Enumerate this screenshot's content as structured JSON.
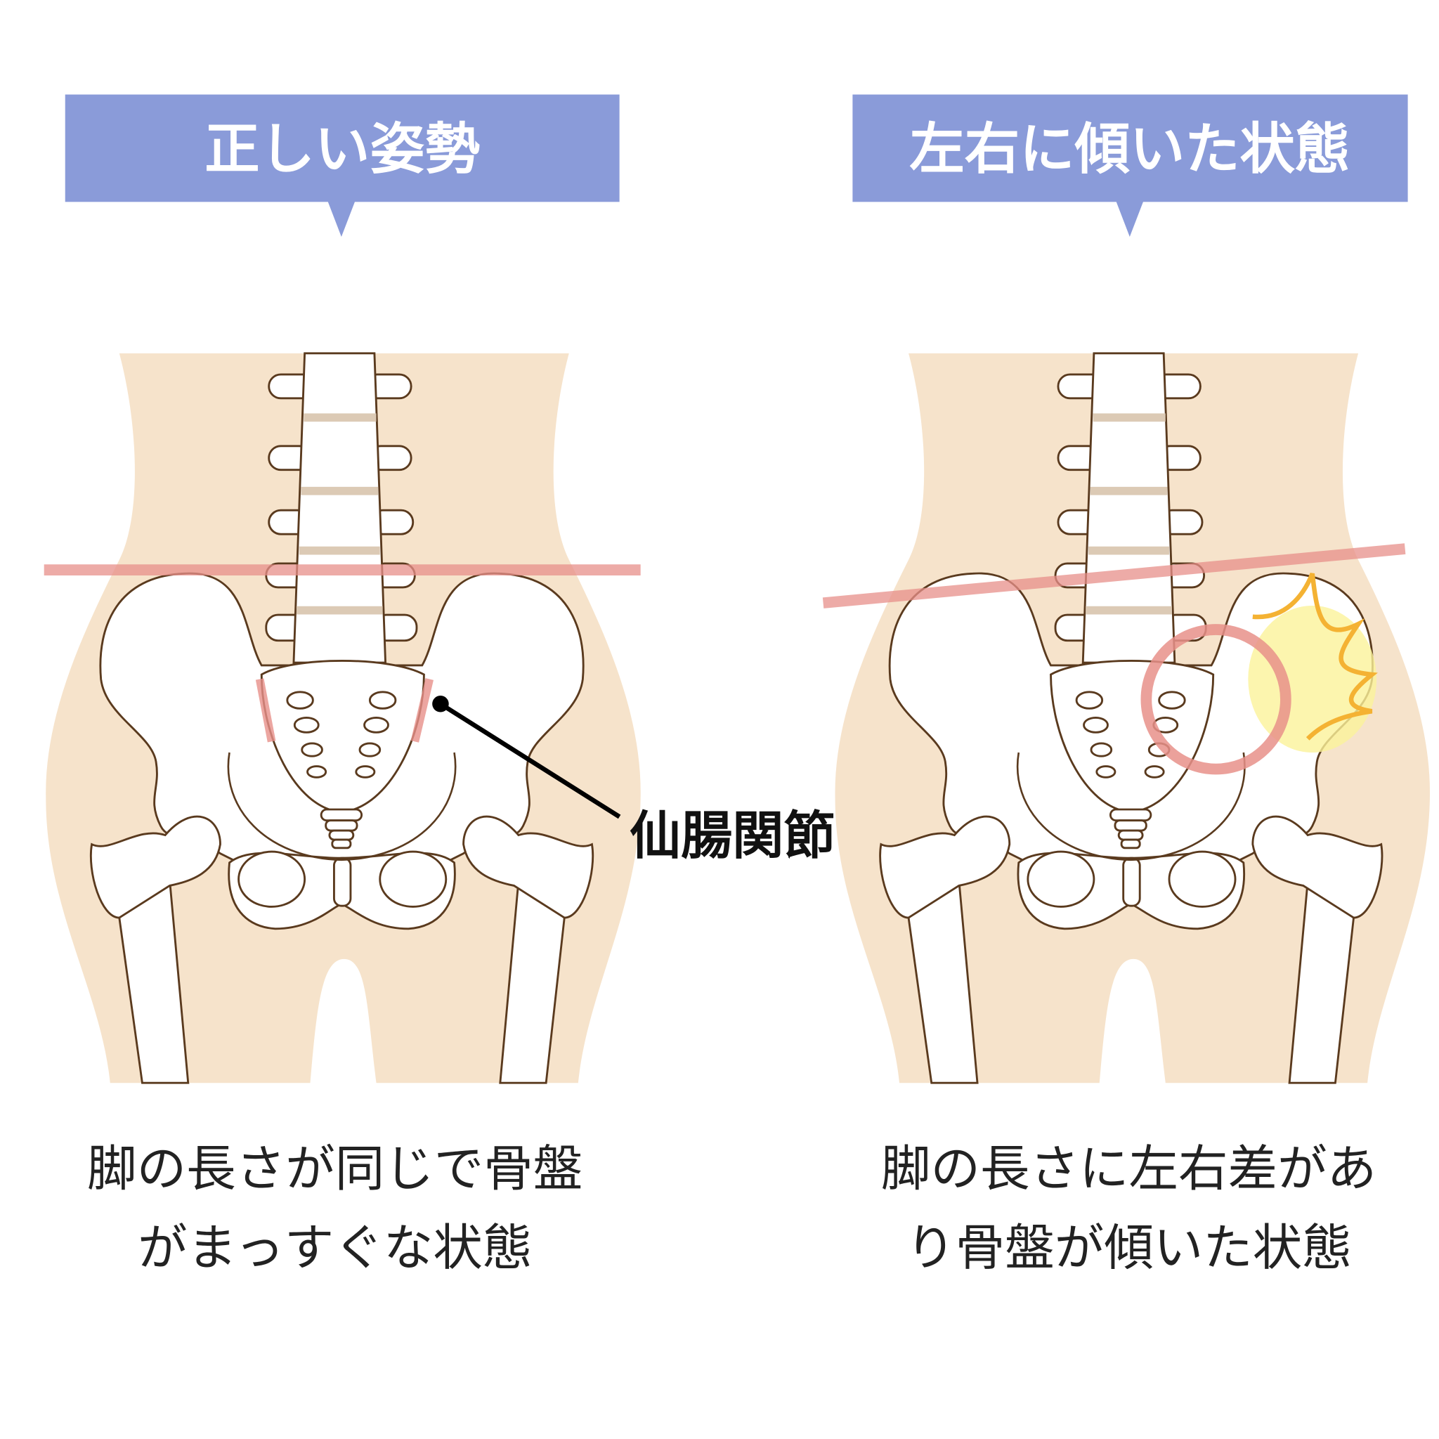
{
  "colors": {
    "header": "#8a9bd9",
    "body": "#f6e3cb",
    "level_line": "#e8908a",
    "outline": "#5a3a1e",
    "pain_burst": "#f4b233"
  },
  "left_panel": {
    "title": "正しい姿勢",
    "caption_lines": [
      "脚の長さが同じで骨盤",
      "がまっすぐな状態"
    ],
    "annotation": "仙腸関節"
  },
  "right_panel": {
    "title": "左右に傾いた状態",
    "caption_lines": [
      "脚の長さに左右差があ",
      "り骨盤が傾いた状態"
    ]
  }
}
